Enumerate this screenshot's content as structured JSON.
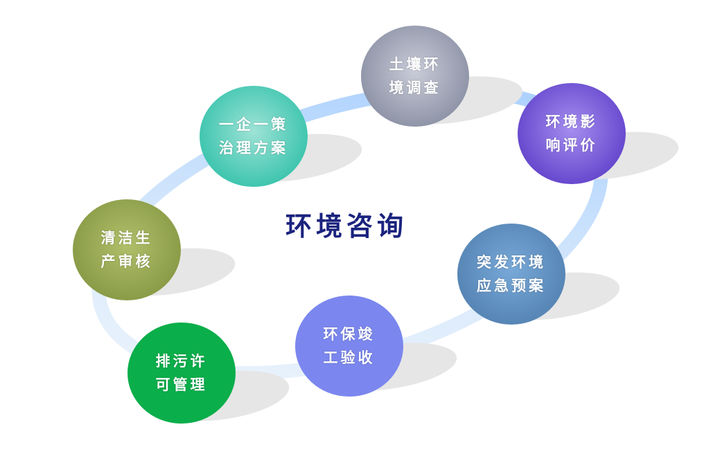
{
  "title": "环境咨询",
  "nodes": [
    {
      "line1": "土壤环",
      "line2": "境调查",
      "color": "#9a9fb2"
    },
    {
      "line1": "环境影",
      "line2": "响评价",
      "color": "#6a4fd0"
    },
    {
      "line1": "突发环境",
      "line2": "应急预案",
      "color": "#5a8abb"
    },
    {
      "line1": "环保竣",
      "line2": "工验收",
      "color": "#7b87ee"
    },
    {
      "line1": "排污许",
      "line2": "可管理",
      "color": "#0aae4a"
    },
    {
      "line1": "清洁生",
      "line2": "产审核",
      "color": "#8a9a4a"
    },
    {
      "line1": "一企一策",
      "line2": "治理方案",
      "color": "#3cc6b0"
    }
  ]
}
